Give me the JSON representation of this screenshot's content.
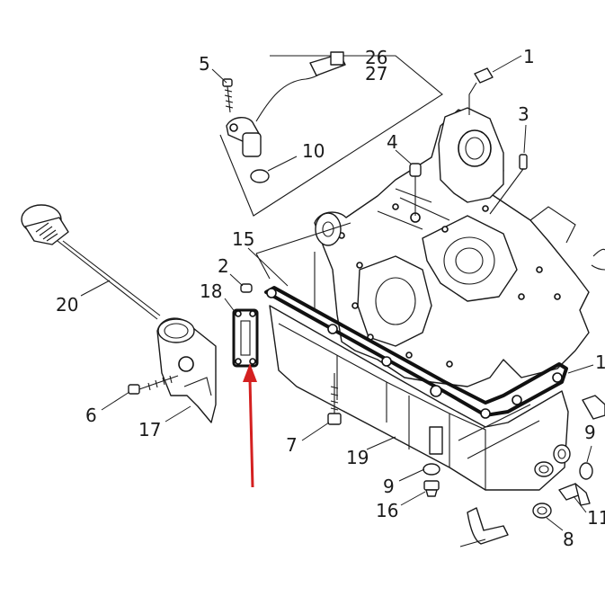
{
  "labels": {
    "p1a": "1",
    "p1b": "1",
    "p2": "2",
    "p3": "3",
    "p4": "4",
    "p5": "5",
    "p6": "6",
    "p7": "7",
    "p8": "8",
    "p9a": "9",
    "p9b": "9",
    "p10": "10",
    "p11": "11",
    "p15": "15",
    "p16": "16",
    "p17": "17",
    "p18": "18",
    "p19": "19",
    "p20": "20",
    "p26": "26",
    "p27": "27"
  },
  "colors": {
    "line": "#1a1a1a",
    "arrow": "#d42020",
    "background": "#ffffff"
  }
}
